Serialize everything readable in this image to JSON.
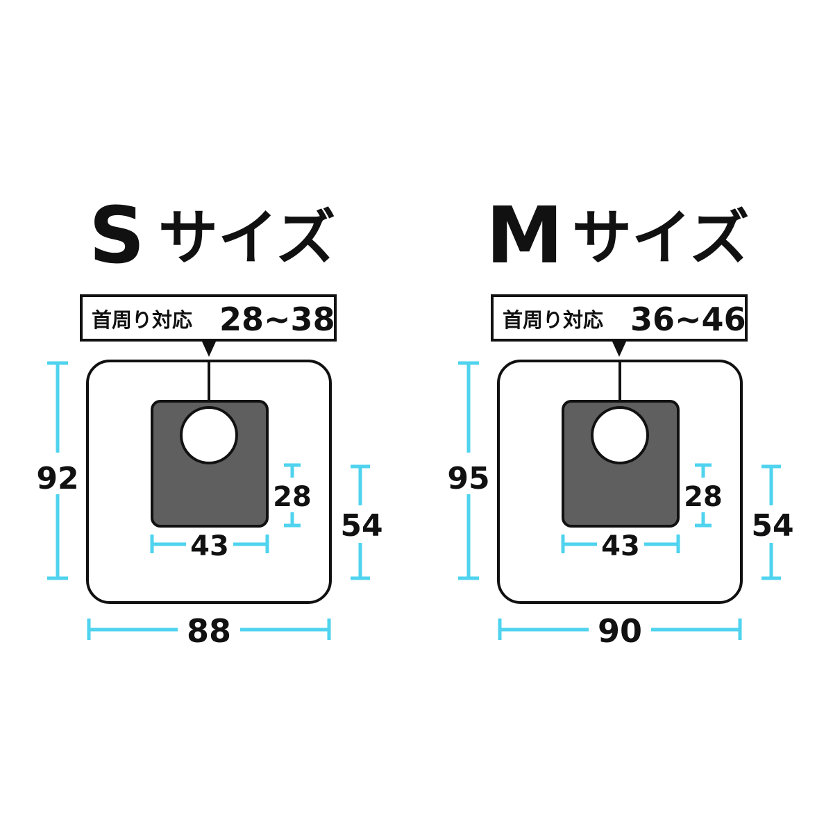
{
  "colors": {
    "dimension_line": "#4fd3ee",
    "outline": "#111111",
    "inner_panel": "#5f5f5f",
    "background": "#ffffff"
  },
  "panels": [
    {
      "id": "s",
      "title_letter": "S",
      "title_kana": "サイズ",
      "neck_label": "首周り対応",
      "neck_range": "28~38",
      "height": "92",
      "width": "88",
      "pocket_height": "54",
      "inner_height": "28",
      "inner_width": "43"
    },
    {
      "id": "m",
      "title_letter": "M",
      "title_kana": "サイズ",
      "neck_label": "首周り対応",
      "neck_range": "36~46",
      "height": "95",
      "width": "90",
      "pocket_height": "54",
      "inner_height": "28",
      "inner_width": "43"
    }
  ]
}
